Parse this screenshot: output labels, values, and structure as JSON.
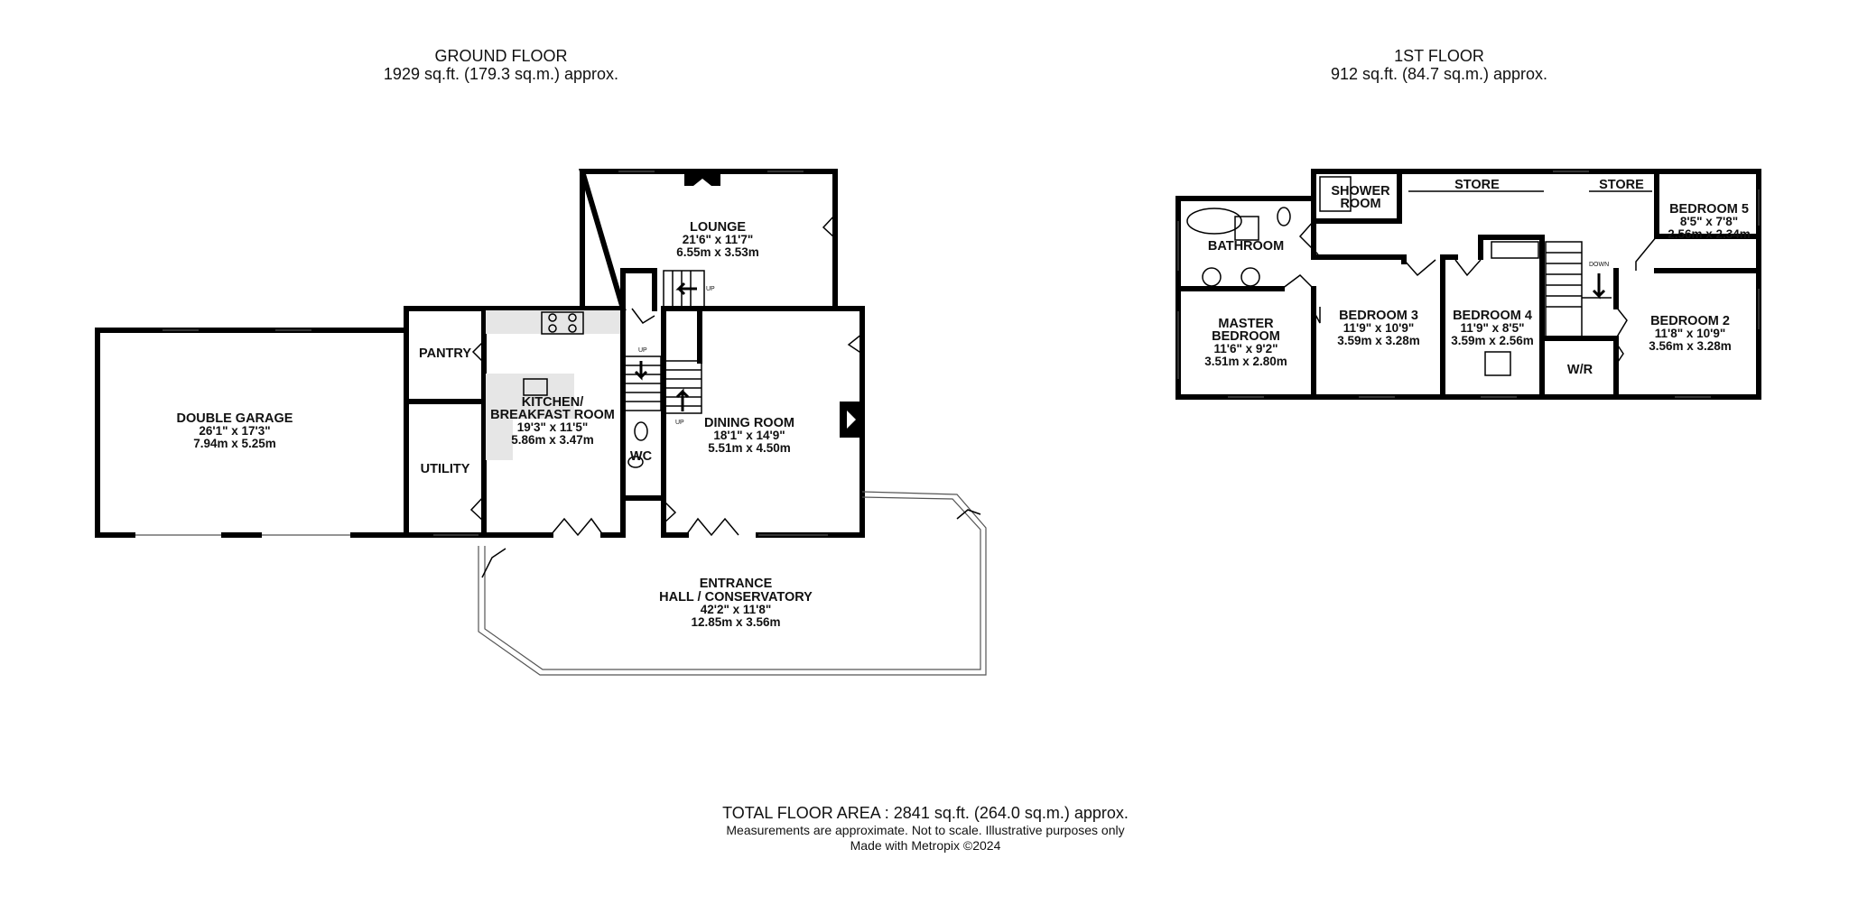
{
  "ground_floor": {
    "title": "GROUND FLOOR",
    "area": "1929 sq.ft. (179.3 sq.m.) approx.",
    "rooms": [
      {
        "id": "lounge",
        "name": [
          "LOUNGE"
        ],
        "imperial": "21'6\"  x 11'7\"",
        "metric": "6.55m  x 3.53m"
      },
      {
        "id": "double-garage",
        "name": [
          "DOUBLE GARAGE"
        ],
        "imperial": "26'1\"  x 17'3\"",
        "metric": "7.94m  x 5.25m"
      },
      {
        "id": "pantry",
        "name": [
          "PANTRY"
        ]
      },
      {
        "id": "utility",
        "name": [
          "UTILITY"
        ]
      },
      {
        "id": "kitchen",
        "name": [
          "KITCHEN/",
          "BREAKFAST ROOM"
        ],
        "imperial": "19'3\"  x 11'5\"",
        "metric": "5.86m  x 3.47m"
      },
      {
        "id": "wc",
        "name": [
          "WC"
        ]
      },
      {
        "id": "dining-room",
        "name": [
          "DINING ROOM"
        ],
        "imperial": "18'1\"  x 14'9\"",
        "metric": "5.51m  x 4.50m"
      },
      {
        "id": "entrance-hall",
        "name": [
          "ENTRANCE",
          "HALL / CONSERVATORY"
        ],
        "imperial": "42'2\"  x 11'8\"",
        "metric": "12.85m  x 3.56m"
      }
    ],
    "stair_labels": [
      "UP",
      "UP",
      "UP"
    ]
  },
  "first_floor": {
    "title": "1ST FLOOR",
    "area": "912 sq.ft. (84.7 sq.m.) approx.",
    "rooms": [
      {
        "id": "shower-room",
        "name": [
          "SHOWER",
          "ROOM"
        ]
      },
      {
        "id": "store-1",
        "name": [
          "STORE"
        ]
      },
      {
        "id": "store-2",
        "name": [
          "STORE"
        ]
      },
      {
        "id": "bedroom-5",
        "name": [
          "BEDROOM 5"
        ],
        "imperial": "8'5\"  x 7'8\"",
        "metric": "2.56m  x 2.34m"
      },
      {
        "id": "bathroom",
        "name": [
          "BATHROOM"
        ]
      },
      {
        "id": "master-bedroom",
        "name": [
          "MASTER",
          "BEDROOM"
        ],
        "imperial": "11'6\"  x 9'2\"",
        "metric": "3.51m  x 2.80m"
      },
      {
        "id": "bedroom-3",
        "name": [
          "BEDROOM 3"
        ],
        "imperial": "11'9\"  x 10'9\"",
        "metric": "3.59m  x 3.28m"
      },
      {
        "id": "bedroom-4",
        "name": [
          "BEDROOM 4"
        ],
        "imperial": "11'9\"  x 8'5\"",
        "metric": "3.59m  x 2.56m"
      },
      {
        "id": "wr",
        "name": [
          "W/R"
        ]
      },
      {
        "id": "bedroom-2",
        "name": [
          "BEDROOM 2"
        ],
        "imperial": "11'8\"  x 10'9\"",
        "metric": "3.56m  x 3.28m"
      }
    ],
    "stair_labels": [
      "DOWN"
    ]
  },
  "footer": {
    "total": "TOTAL FLOOR AREA : 2841 sq.ft. (264.0 sq.m.) approx.",
    "note_1": "Measurements are approximate.  Not to scale.  Illustrative purposes only",
    "note_2": "Made with Metropix ©2024"
  },
  "colors": {
    "wall": "#000000",
    "fixture_fill": "#e6e6e6",
    "background": "#ffffff"
  }
}
